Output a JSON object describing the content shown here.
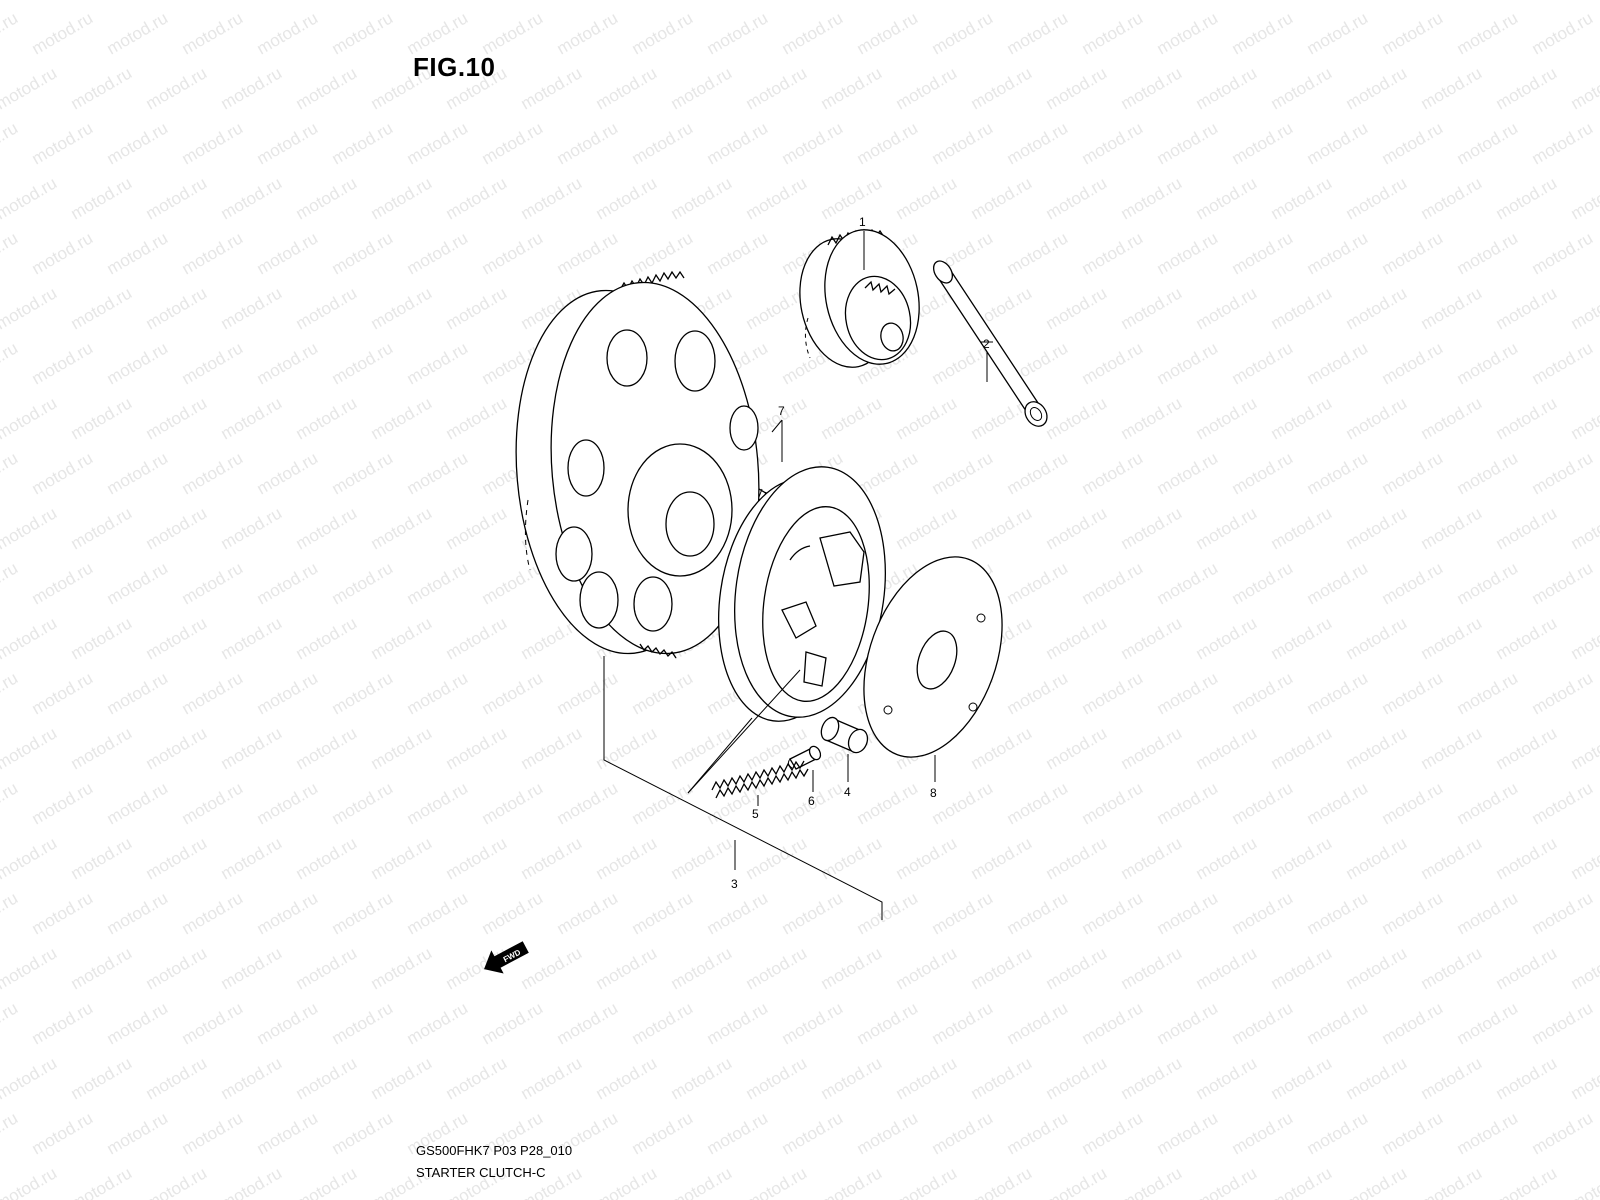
{
  "figure": {
    "title": "FIG.10",
    "code": "GS500FHK7 P03 P28_010",
    "caption": "STARTER CLUTCH-C"
  },
  "watermark": {
    "text": "motod.ru",
    "color": "#e6e6e6"
  },
  "fwd_label": "FWD",
  "callouts": [
    "1",
    "2",
    "3",
    "4",
    "5",
    "6",
    "7",
    "8"
  ]
}
